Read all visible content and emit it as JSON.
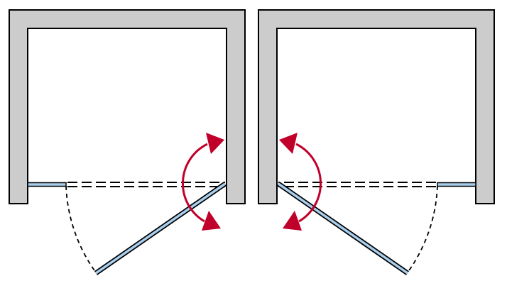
{
  "diagram": {
    "panels": [
      {
        "id": "left",
        "hinge_side": "right",
        "fixed_panel_side": "left"
      },
      {
        "id": "right",
        "hinge_side": "left",
        "fixed_panel_side": "right"
      }
    ],
    "colors": {
      "wall": "#cccccc",
      "outline": "#000000",
      "glass": "#a9cfee",
      "arrow": "#c0002a"
    }
  }
}
